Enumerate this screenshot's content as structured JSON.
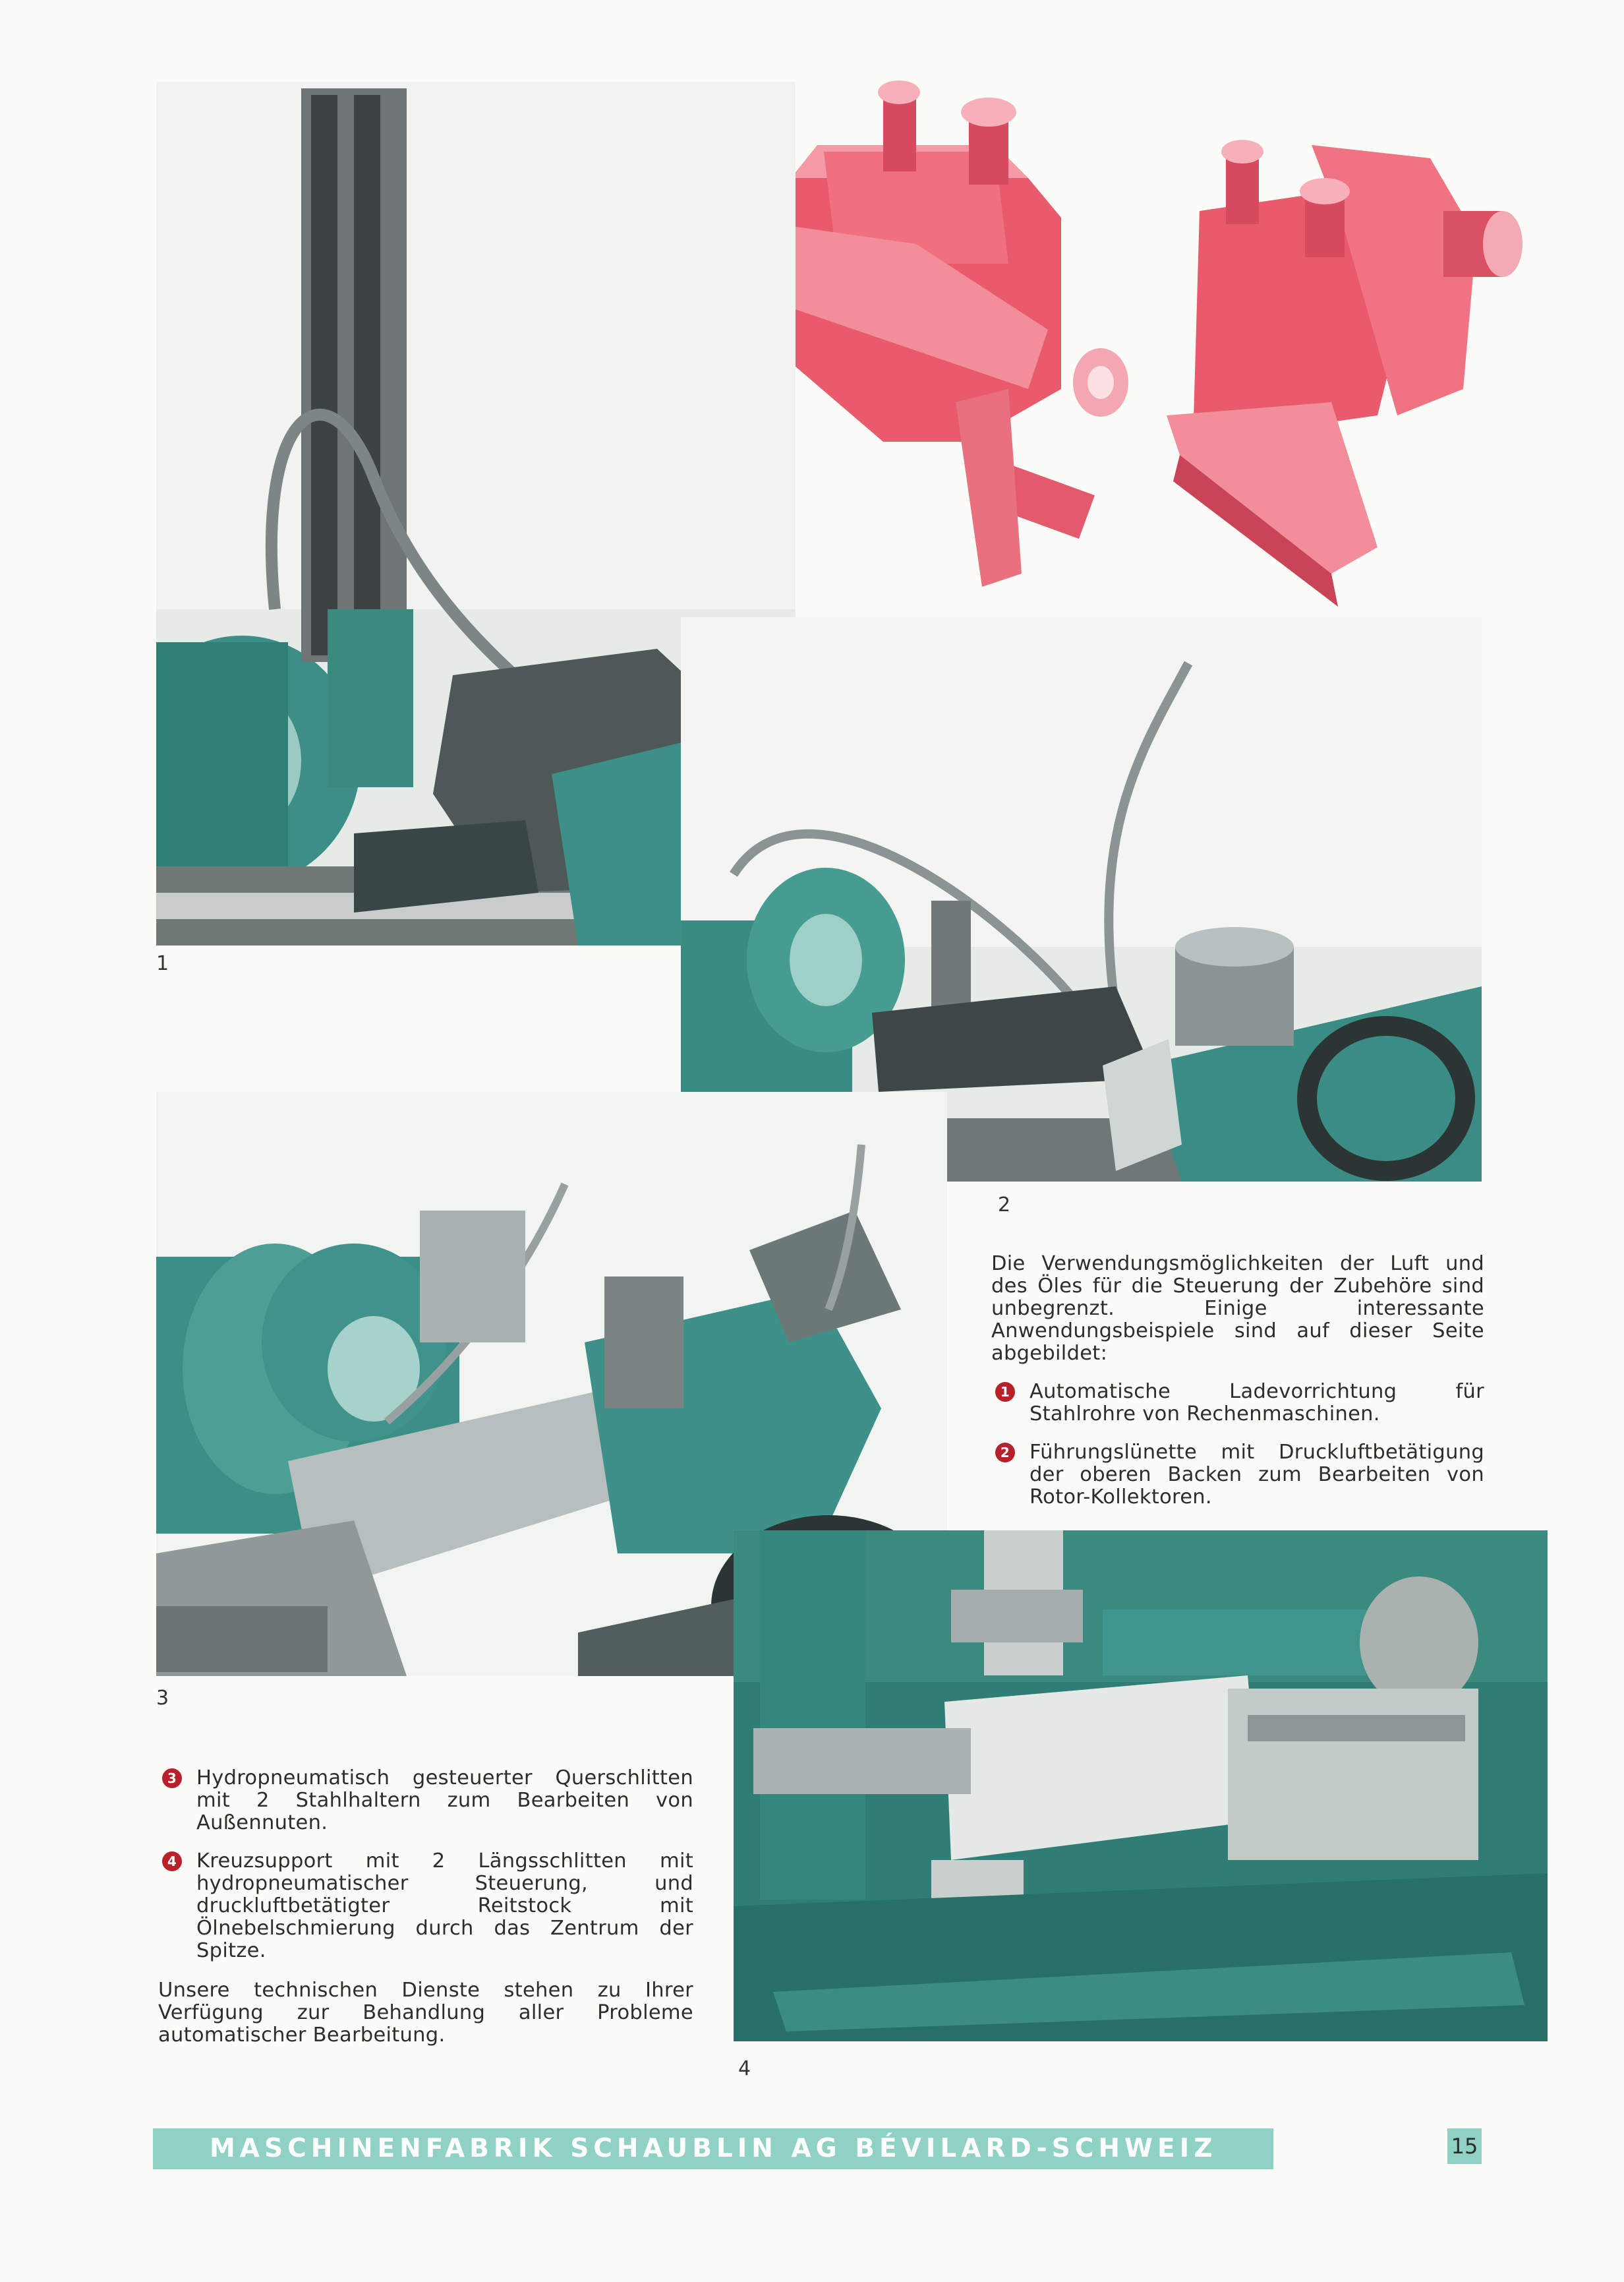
{
  "captions": {
    "fig1": "1",
    "fig2": "2",
    "fig3": "3",
    "fig4": "4"
  },
  "right_text": {
    "intro": "Die Verwendungsmöglichkeiten der Luft und des Öles für die Steuerung der Zubehöre sind unbegrenzt. Einige interessante Anwendungsbeispiele sind auf dieser Seite abgebildet:",
    "items": [
      {
        "num": "1",
        "text": "Automatische Ladevorrichtung für Stahlrohre von Rechenmaschinen."
      },
      {
        "num": "2",
        "text": "Führungslünette mit Druckluftbetätigung der oberen Backen zum Bearbeiten von Rotor-Kollektoren."
      }
    ]
  },
  "left_text": {
    "items": [
      {
        "num": "3",
        "text": "Hydropneumatisch gesteuerter Querschlitten mit 2 Stahlhaltern zum Bearbeiten von Außennuten."
      },
      {
        "num": "4",
        "text": "Kreuzsupport mit 2 Längsschlitten mit hydropneumatischer Steuerung, und druckluftbetätigter Reitstock mit Ölnebelschmierung durch das Zentrum der Spitze."
      }
    ],
    "closing": "Unsere technischen Dienste stehen zu Ihrer Verfügung zur Behandlung aller Probleme automatischer Bearbeitung."
  },
  "footer": {
    "company": "MASCHINENFABRIK SCHAUBLIN AG BÉVILARD-SCHWEIZ",
    "page_number": "15"
  },
  "colors": {
    "footer_band": "#8fd2c3",
    "machine_teal": "#3f8f86",
    "accessory_red": "#e85a6c",
    "badge_red": "#b8202a"
  }
}
